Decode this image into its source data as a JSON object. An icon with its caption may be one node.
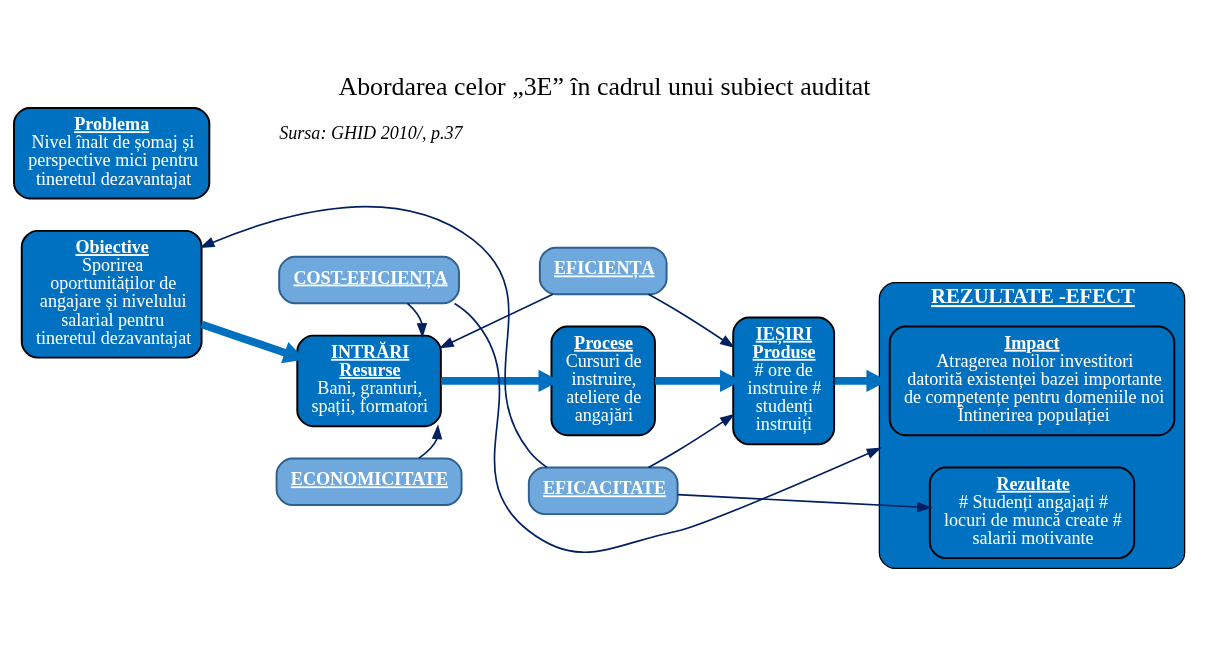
{
  "diagram": {
    "title": "Abordarea celor „3E” în cadrul unui subiect auditat",
    "nodes": [
      {
        "text": [
          "Problema",
          "Nivel înalt de șomaj și perspective mici pentru tineretul dezavantajat"
        ]
      },
      {
        "text": [
          "Obiective",
          "Sporirea oportunităților de angajare și nivelului salarial pentru tineretul dezavantajat"
        ]
      },
      {
        "text": [
          "INTRĂRI",
          "Resurse",
          "Bani, granturi, spații, formatori"
        ]
      },
      {
        "text": [
          "Procese",
          "Cursuri de instruire, ateliere de angajări"
        ]
      },
      {
        "text": [
          "IEȘIRI",
          "Produse",
          "# ore de instruire # studenți instruiți"
        ]
      },
      {
        "text": [
          "REZULTATE -EFECT"
        ]
      },
      {
        "text": [
          "Impact",
          "Atragerea noilor investitori datorită existenței bazei importante de competențe pentru domeniile noi Întinerirea populației"
        ],
        "in": 5
      },
      {
        "text": [
          "Rezultate",
          "# Studenți angajați # locuri de muncă create # salarii motivante"
        ],
        "in": 5
      },
      {
        "text": [
          "COST-EFICIENȚA"
        ]
      },
      {
        "text": [
          "EFICIENȚA"
        ]
      },
      {
        "text": [
          "ECONOMICITATE"
        ]
      },
      {
        "text": [
          "EFICACITATE"
        ]
      }
    ],
    "edges": [
      {
        "from": 1,
        "to": 2,
        "arrow": "to",
        "style": "thick",
        "color": "#0070c0"
      },
      {
        "from": 2,
        "to": 3,
        "arrow": "to",
        "style": "thick",
        "color": "#0070c0"
      },
      {
        "from": 3,
        "to": 4,
        "arrow": "to",
        "style": "thick",
        "color": "#0070c0"
      },
      {
        "from": 4,
        "to": 5,
        "arrow": "to",
        "style": "thick",
        "color": "#0070c0"
      },
      {
        "from": 8,
        "to": 2,
        "arrow": "to"
      },
      {
        "from": 8,
        "to": 5,
        "arrow": "to"
      },
      {
        "from": 9,
        "to": 2,
        "arrow": "to"
      },
      {
        "from": 9,
        "to": 4,
        "arrow": "to"
      },
      {
        "from": 10,
        "to": 2,
        "arrow": "to"
      },
      {
        "from": 11,
        "to": 1,
        "arrow": "to"
      },
      {
        "from": 11,
        "to": 4,
        "arrow": "to"
      },
      {
        "from": 11,
        "to": 7,
        "arrow": "to"
      }
    ],
    "labels": [
      "Sursa: GHID 2010/, p.37"
    ]
  }
}
